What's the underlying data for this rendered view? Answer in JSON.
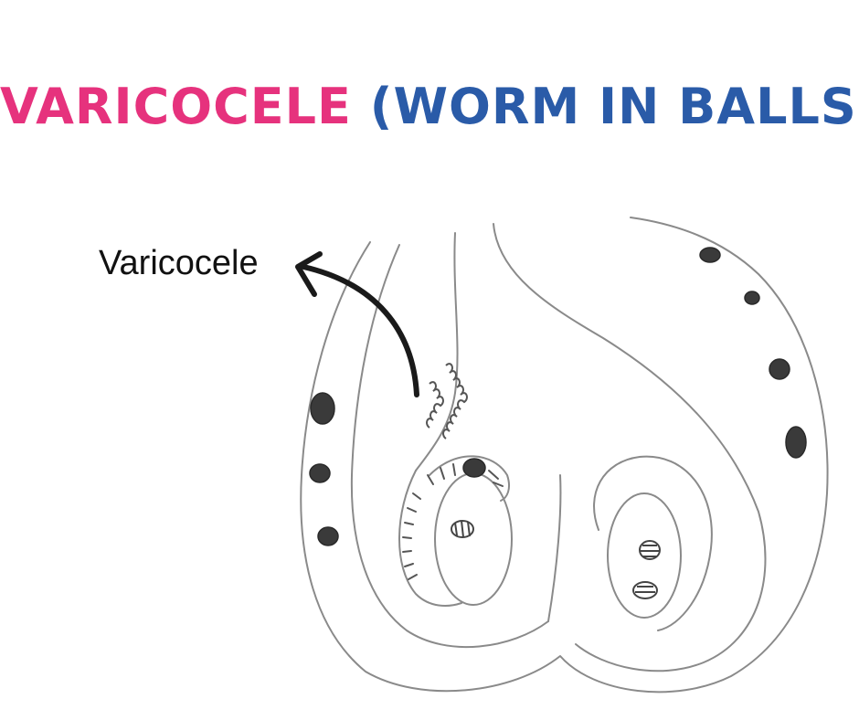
{
  "title": {
    "main": "VARICOCELE",
    "sub": "(WORM IN BALLS)"
  },
  "labels": {
    "varicocele": "Varicocele"
  },
  "colors": {
    "title_main": "#e6327d",
    "title_sub": "#2a5ba8",
    "outline": "#8a8a8a",
    "arrow": "#1a1a1a",
    "spots": "#3a3a3a"
  }
}
